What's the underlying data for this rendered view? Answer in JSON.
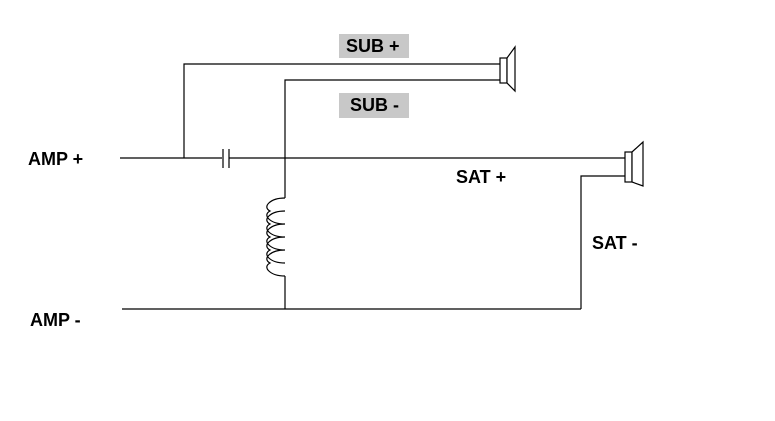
{
  "labels": {
    "amp_plus": "AMP +",
    "amp_minus": "AMP -",
    "sub_plus": "SUB +",
    "sub_minus": "SUB -",
    "sat_plus": "SAT +",
    "sat_minus": "SAT -"
  },
  "colors": {
    "line": "#000000",
    "label_highlight": "#c8c8c8",
    "background": "#ffffff"
  }
}
